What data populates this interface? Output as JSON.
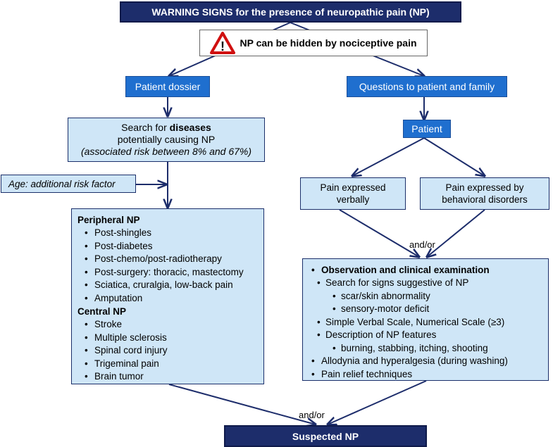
{
  "title": "WARNING SIGNS for the presence of neuropathic pain (NP)",
  "warning": {
    "text": "NP can be hidden by nociceptive pain",
    "icon": "warning-triangle-icon"
  },
  "patient_dossier": "Patient dossier",
  "questions": "Questions to patient and family",
  "search_diseases": {
    "line1_pre": "Search for ",
    "line1_bold": "diseases",
    "line2": "potentially causing NP",
    "line3": "(associated risk between 8% and 67%)"
  },
  "age_factor": "Age: additional risk factor",
  "patient": "Patient",
  "pain_verbal": {
    "line1": "Pain expressed",
    "line2": "verbally"
  },
  "pain_behavioral": {
    "line1": "Pain expressed by",
    "line2": "behavioral disorders"
  },
  "and_or_1": "and/or",
  "and_or_2": "and/or",
  "peripheral": {
    "heading": "Peripheral NP",
    "items": [
      "Post-shingles",
      "Post-diabetes",
      "Post-chemo/post-radiotherapy",
      "Post-surgery: thoracic, mastectomy",
      "Sciatica, cruralgia, low-back pain",
      "Amputation"
    ]
  },
  "central": {
    "heading": "Central NP",
    "items": [
      "Stroke",
      "Multiple sclerosis",
      "Spinal cord injury",
      "Trigeminal pain",
      "Brain tumor"
    ]
  },
  "observation": {
    "heading": "Observation and clinical examination",
    "search": "Search for signs suggestive of NP",
    "search_items": [
      "scar/skin abnormality",
      "sensory-motor deficit"
    ],
    "scale": "Simple Verbal Scale, Numerical Scale (≥3)",
    "description": "Description of NP features",
    "description_items": [
      "burning, stabbing, itching, shooting"
    ],
    "allodynia": "Allodynia and hyperalgesia (during washing)",
    "relief": "Pain relief techniques"
  },
  "suspected": "Suspected NP",
  "colors": {
    "dark": "#1d2d6b",
    "blue": "#1f6fcf",
    "pale": "#cfe6f7"
  }
}
